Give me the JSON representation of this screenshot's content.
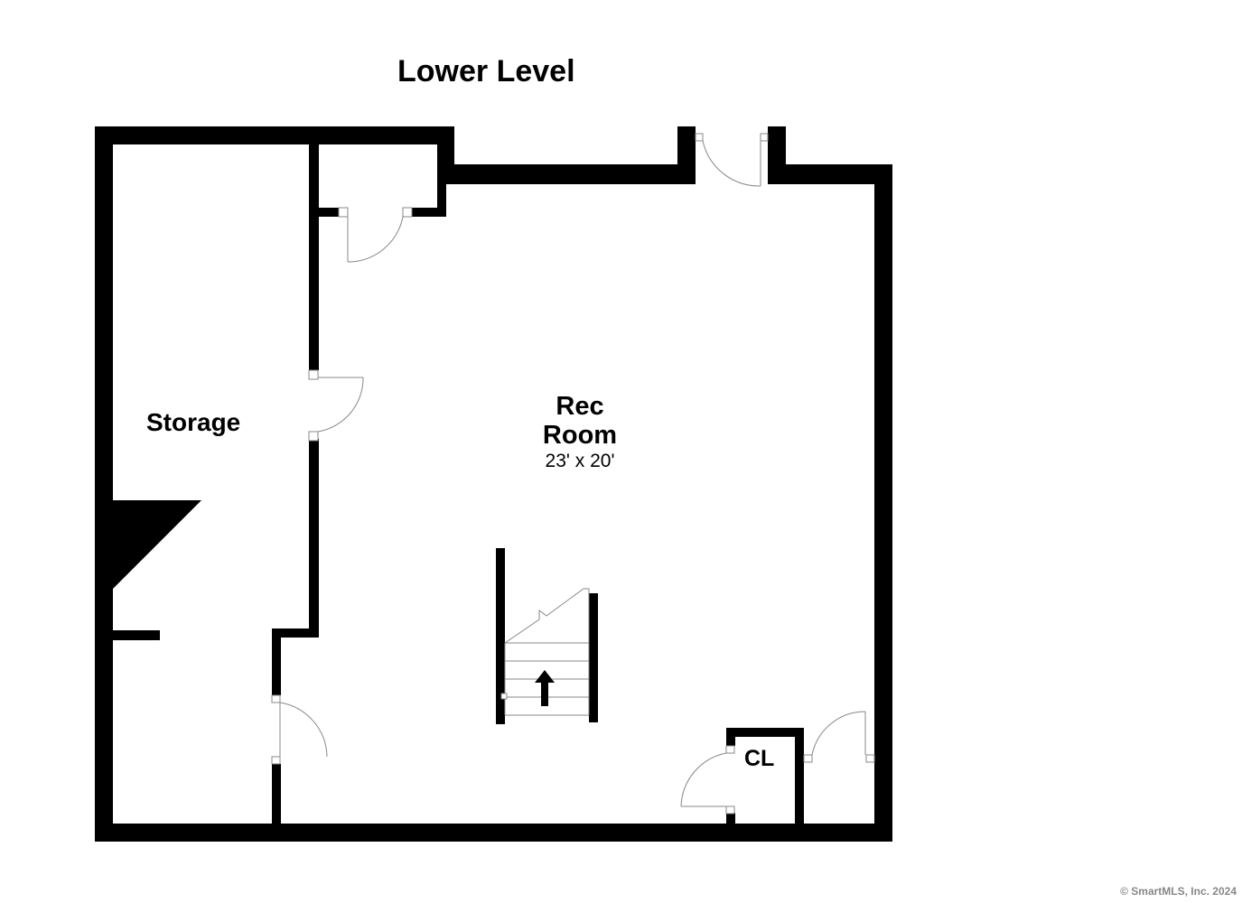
{
  "plan": {
    "title": "Lower Level",
    "rooms": {
      "storage": {
        "name": "Storage"
      },
      "rec_room": {
        "name_line1": "Rec",
        "name_line2": "Room",
        "dimensions": "23' x 20'"
      },
      "closet": {
        "name": "CL"
      }
    },
    "copyright": "© SmartMLS, Inc.  2024"
  },
  "colors": {
    "wall": "#000000",
    "door_line": "#888888",
    "background": "#ffffff"
  }
}
